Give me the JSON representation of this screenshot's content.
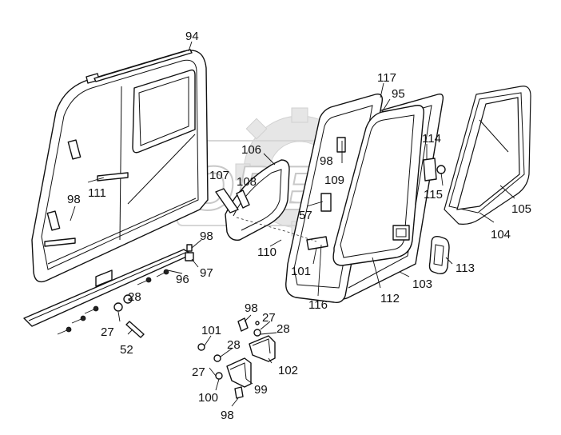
{
  "diagram": {
    "watermark_text": "OPEK",
    "labels": [
      {
        "id": "94",
        "text": "94"
      },
      {
        "id": "117",
        "text": "117"
      },
      {
        "id": "95",
        "text": "95"
      },
      {
        "id": "106",
        "text": "106"
      },
      {
        "id": "114",
        "text": "114"
      },
      {
        "id": "98a",
        "text": "98"
      },
      {
        "id": "107",
        "text": "107"
      },
      {
        "id": "108",
        "text": "108"
      },
      {
        "id": "109",
        "text": "109"
      },
      {
        "id": "111",
        "text": "111"
      },
      {
        "id": "98b",
        "text": "98"
      },
      {
        "id": "57",
        "text": "57"
      },
      {
        "id": "115",
        "text": "115"
      },
      {
        "id": "105",
        "text": "105"
      },
      {
        "id": "104",
        "text": "104"
      },
      {
        "id": "98c",
        "text": "98"
      },
      {
        "id": "110",
        "text": "110"
      },
      {
        "id": "97",
        "text": "97"
      },
      {
        "id": "113",
        "text": "113"
      },
      {
        "id": "101a",
        "text": "101"
      },
      {
        "id": "96",
        "text": "96"
      },
      {
        "id": "103",
        "text": "103"
      },
      {
        "id": "28a",
        "text": "28"
      },
      {
        "id": "116",
        "text": "116"
      },
      {
        "id": "112",
        "text": "112"
      },
      {
        "id": "98d",
        "text": "98"
      },
      {
        "id": "27a",
        "text": "27"
      },
      {
        "id": "27b",
        "text": "27"
      },
      {
        "id": "28b",
        "text": "28"
      },
      {
        "id": "52",
        "text": "52"
      },
      {
        "id": "101b",
        "text": "101"
      },
      {
        "id": "28c",
        "text": "28"
      },
      {
        "id": "102",
        "text": "102"
      },
      {
        "id": "27c",
        "text": "27"
      },
      {
        "id": "100",
        "text": "100"
      },
      {
        "id": "99",
        "text": "99"
      },
      {
        "id": "98e",
        "text": "98"
      }
    ]
  }
}
